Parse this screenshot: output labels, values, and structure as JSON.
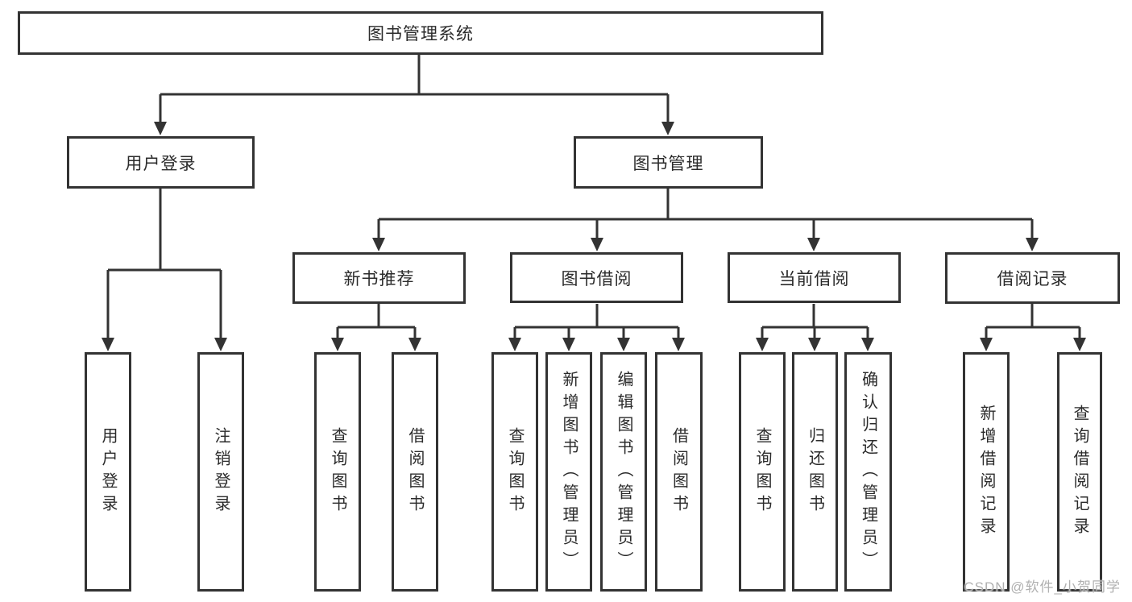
{
  "page": {
    "background": "#ffffff"
  },
  "colors": {
    "line": "#333333",
    "box_border": "#333333",
    "text": "#2b2b2b",
    "watermark": "#b0b0b0"
  },
  "diagram": {
    "type": "hierarchy-tree",
    "root": {
      "label": "图书管理系统"
    },
    "level2": [
      {
        "id": "user-login",
        "label": "用户登录"
      },
      {
        "id": "book-management",
        "label": "图书管理"
      }
    ],
    "user_login_children": [
      "用户登录",
      "注销登录"
    ],
    "book_management_sections": [
      {
        "label": "新书推荐",
        "children": [
          "查询图书",
          "借阅图书"
        ]
      },
      {
        "label": "图书借阅",
        "children": [
          "查询图书",
          "新增图书（管理员）",
          "编辑图书（管理员）",
          "借阅图书"
        ]
      },
      {
        "label": "当前借阅",
        "children": [
          "查询图书",
          "归还图书",
          "确认归还（管理员）"
        ]
      },
      {
        "label": "借阅记录",
        "children": [
          "新增借阅记录",
          "查询借阅记录"
        ]
      }
    ]
  },
  "watermark": {
    "text": "CSDN @软件_小贺同学"
  }
}
